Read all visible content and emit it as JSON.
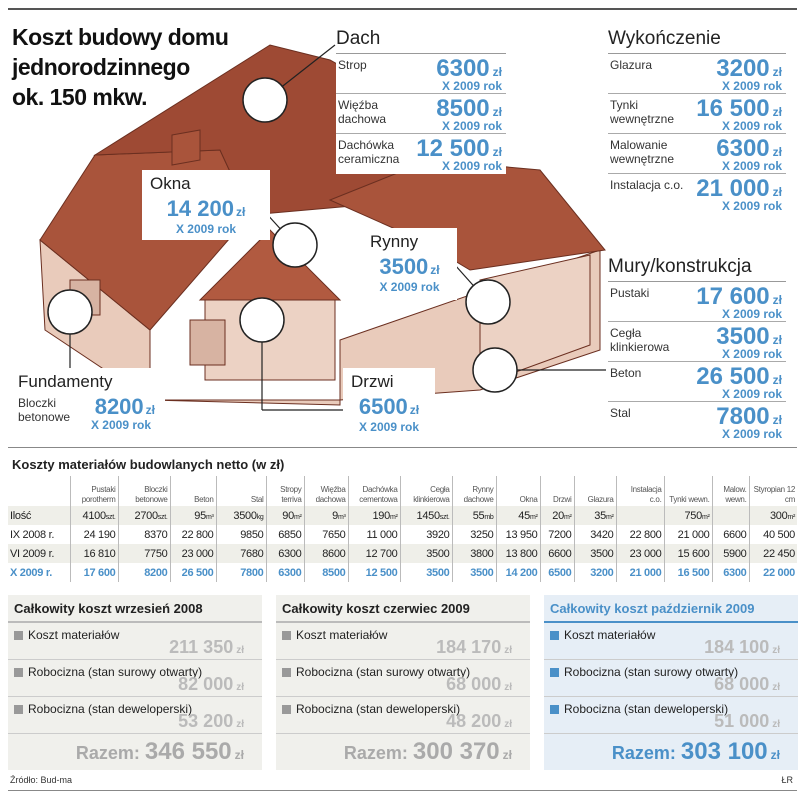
{
  "title": [
    "Koszt budowy domu",
    "jednorodzinnego",
    "ok. 150 mkw."
  ],
  "currency": "zł",
  "year_label": "X 2009 rok",
  "panels": [
    {
      "id": "dach",
      "title": "Dach",
      "rows": [
        {
          "label": "Strop",
          "value": "6300"
        },
        {
          "label": "Więźba dachowa",
          "value": "8500"
        },
        {
          "label": "Dachówka ceramiczna",
          "value": "12 500"
        }
      ]
    },
    {
      "id": "wykonczenie",
      "title": "Wykończenie",
      "rows": [
        {
          "label": "Glazura",
          "value": "3200"
        },
        {
          "label": "Tynki wewnętrzne",
          "value": "16 500"
        },
        {
          "label": "Malowanie wewnętrzne",
          "value": "6300"
        },
        {
          "label": "Instalacja c.o.",
          "value": "21 000"
        }
      ]
    },
    {
      "id": "mury",
      "title": "Mury/konstrukcja",
      "rows": [
        {
          "label": "Pustaki",
          "value": "17 600"
        },
        {
          "label": "Cegła klinkierowa",
          "value": "3500"
        },
        {
          "label": "Beton",
          "value": "26 500"
        },
        {
          "label": "Stal",
          "value": "7800"
        }
      ]
    }
  ],
  "callouts": {
    "okna": {
      "title": "Okna",
      "value": "14 200"
    },
    "rynny": {
      "title": "Rynny",
      "value": "3500"
    },
    "fundamenty": {
      "title": "Fundamenty",
      "label": "Bloczki betonowe",
      "value": "8200"
    },
    "drzwi": {
      "title": "Drzwi",
      "value": "6500"
    }
  },
  "table": {
    "title": "Koszty materiałów budowlanych netto (w zł)",
    "columns": [
      "Pustaki porotherm",
      "Bloczki betonowe",
      "Beton",
      "Stal",
      "Stropy terriva",
      "Więźba dachowa",
      "Dachówka cementowa",
      "Cegła klinkierowa",
      "Rynny dachowe",
      "Okna",
      "Drzwi",
      "Glazura",
      "Instalacja c.o.",
      "Tynki wewn.",
      "Malow. wewn.",
      "Styropian 12 cm"
    ],
    "quantity": {
      "label": "Ilość",
      "values": [
        [
          "4100",
          "szt."
        ],
        [
          "2700",
          "szt."
        ],
        [
          "95",
          "m³"
        ],
        [
          "3500",
          "kg"
        ],
        [
          "90",
          "m²"
        ],
        [
          "9",
          "m³"
        ],
        [
          "190",
          "m²"
        ],
        [
          "1450",
          "szt."
        ],
        [
          "55",
          "mb"
        ],
        [
          "45",
          "m²"
        ],
        [
          "20",
          "m²"
        ],
        [
          "35",
          "m²"
        ],
        [
          "",
          ""
        ],
        [
          "750",
          "m²"
        ],
        [
          "",
          ""
        ],
        [
          "300",
          "m²"
        ]
      ]
    },
    "rows": [
      {
        "label": "IX 2008 r.",
        "values": [
          "24 190",
          "8370",
          "22 800",
          "9850",
          "6850",
          "7650",
          "11 000",
          "3920",
          "3250",
          "13 950",
          "7200",
          "3420",
          "22 800",
          "21 000",
          "6600",
          "40 500"
        ]
      },
      {
        "label": "VI 2009 r.",
        "values": [
          "16 810",
          "7750",
          "23 000",
          "7680",
          "6300",
          "8600",
          "12 700",
          "3500",
          "3800",
          "13 800",
          "6600",
          "3500",
          "23 000",
          "15 600",
          "5900",
          "22 450"
        ]
      },
      {
        "label": "X 2009 r.",
        "values": [
          "17 600",
          "8200",
          "26 500",
          "7800",
          "6300",
          "8500",
          "12 500",
          "3500",
          "3500",
          "14 200",
          "6500",
          "3200",
          "21 000",
          "16 500",
          "6300",
          "22 000"
        ]
      }
    ]
  },
  "summaries": [
    {
      "title": "Całkowity koszt wrzesień 2008",
      "items": [
        {
          "label": "Koszt materiałów",
          "value": "211 350"
        },
        {
          "label": "Robocizna (stan surowy otwarty)",
          "value": "82 000"
        },
        {
          "label": "Robocizna (stan deweloperski)",
          "value": "53 200"
        }
      ],
      "total_label": "Razem:",
      "total": "346 550"
    },
    {
      "title": "Całkowity koszt czerwiec 2009",
      "items": [
        {
          "label": "Koszt materiałów",
          "value": "184 170"
        },
        {
          "label": "Robocizna (stan surowy otwarty)",
          "value": "68 000"
        },
        {
          "label": "Robocizna (stan deweloperski)",
          "value": "48 200"
        }
      ],
      "total_label": "Razem:",
      "total": "300 370"
    },
    {
      "title": "Całkowity koszt październik 2009",
      "items": [
        {
          "label": "Koszt materiałów",
          "value": "184 100"
        },
        {
          "label": "Robocizna (stan surowy otwarty)",
          "value": "68 000"
        },
        {
          "label": "Robocizna (stan deweloperski)",
          "value": "51 000"
        }
      ],
      "total_label": "Razem:",
      "total": "303 100"
    }
  ],
  "source": "Źródło: Bud-ma",
  "author": "ŁR",
  "colors": {
    "accent": "#4a90c8",
    "roof": "#9e4a34",
    "wall": "#e9cbbb",
    "muted": "#b0b0b0"
  }
}
